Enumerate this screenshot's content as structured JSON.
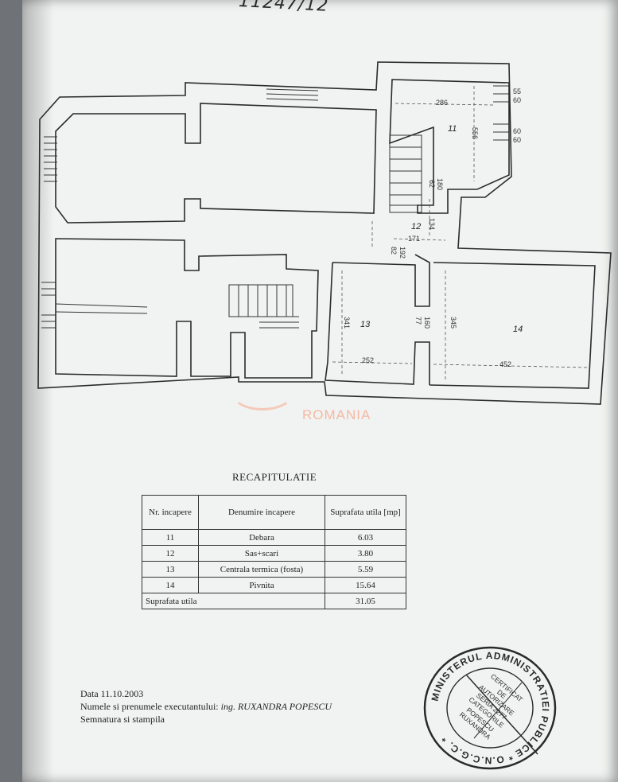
{
  "header": {
    "handwritten_note": "11247/12"
  },
  "plan": {
    "rooms": [
      {
        "number": "11"
      },
      {
        "number": "12"
      },
      {
        "number": "13"
      },
      {
        "number": "14"
      }
    ],
    "dimensions": {
      "d286": "286",
      "d556": "556",
      "d55_60": "55",
      "d60a": "60",
      "d60b": "60",
      "d60c": "60",
      "d62": "62",
      "d180": "180",
      "d134": "134",
      "d171": "171",
      "d82": "82",
      "d192": "192",
      "d341": "341",
      "d77": "77",
      "d160": "160",
      "d345": "345",
      "d252": "252",
      "d452": "452"
    }
  },
  "watermark": {
    "text": "ROMANIA"
  },
  "recap": {
    "title": "RECAPITULATIE",
    "headers": {
      "nr": "Nr. incapere",
      "denumire": "Denumire incapere",
      "suprafata": "Suprafata utila [mp]"
    },
    "rows": [
      {
        "nr": "11",
        "name": "Debara",
        "area": "6.03"
      },
      {
        "nr": "12",
        "name": "Sas+scari",
        "area": "3.80"
      },
      {
        "nr": "13",
        "name": "Centrala termica (fosta)",
        "area": "5.59"
      },
      {
        "nr": "14",
        "name": "Pivnita",
        "area": "15.64"
      }
    ],
    "total_label": "Suprafata utila",
    "total_value": "31.05"
  },
  "footer": {
    "date": "Data 11.10.2003",
    "executant_label": "Numele si prenumele executantului:",
    "executant_name": "ing. RUXANDRA POPESCU",
    "signature_label": "Semnatura si stampila"
  },
  "stamp": {
    "outer_ring": "MINISTERUL ADMINISTRATIEI PUBLICE * O.N.C.G.C. *",
    "center_lines": [
      "CERTIFICAT",
      "DE",
      "AUTORIZARE",
      "SERIA 2277",
      "CATEGORILE",
      "POPESCU",
      "RUXANDRA"
    ]
  }
}
